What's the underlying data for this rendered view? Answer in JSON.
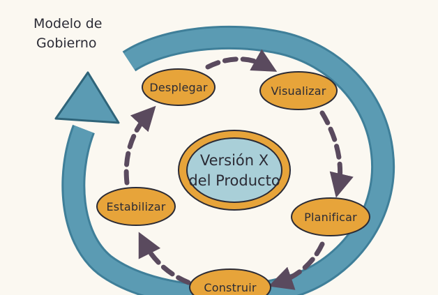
{
  "title": {
    "line1": "Modelo de",
    "line2": "Gobierno"
  },
  "center": {
    "line1": "Versión X",
    "line2": "del Producto"
  },
  "stages": [
    {
      "id": "desplegar",
      "label": "Desplegar"
    },
    {
      "id": "visualizar",
      "label": "Visualizar"
    },
    {
      "id": "planificar",
      "label": "Planificar"
    },
    {
      "id": "construir",
      "label": "Construir"
    },
    {
      "id": "estabilizar",
      "label": "Estabilizar"
    }
  ],
  "colors": {
    "paper": "#fbf8f1",
    "outer_loop": "#5b9bb3",
    "stage_fill": "#e7a43a",
    "center_fill": "#a9cfd8",
    "center_ring": "#e7a43a",
    "dash_arrow": "#5a4a5e",
    "ink": "#2b2b35"
  }
}
